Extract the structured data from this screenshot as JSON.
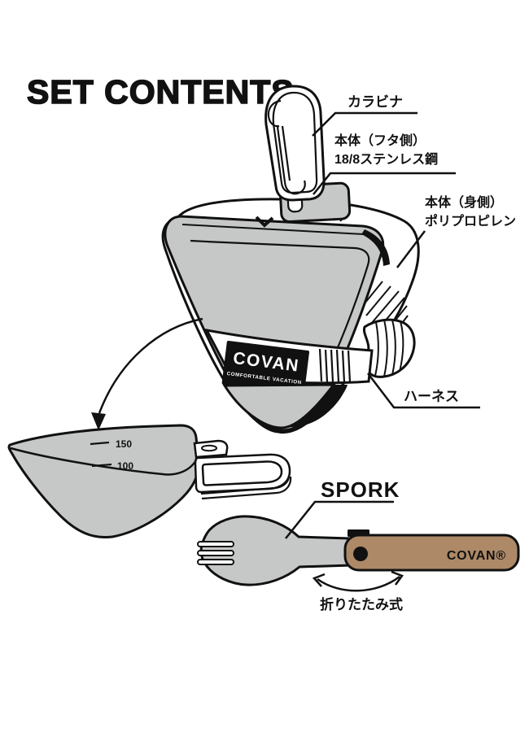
{
  "title": "SET CONTENTS",
  "parts_labels": {
    "carabiner": "カラビナ",
    "lid_line1": "本体（フタ側）",
    "lid_line2": "18/8ステンレス鋼",
    "body_line1": "本体（身側）",
    "body_line2": "ポリプロピレン",
    "harness": "ハーネス",
    "spork": "SPORK",
    "folding": "折りたたみ式"
  },
  "band_label": {
    "name": "COVAN",
    "tagline": "COMFORTABLE VACATION"
  },
  "handle_label": "COVAN®",
  "gauge_marks": [
    "150",
    "100"
  ],
  "colors": {
    "gray": "#c6c7c7",
    "tan": "#ad8967",
    "ink": "#111111",
    "background": "#ffffff"
  }
}
